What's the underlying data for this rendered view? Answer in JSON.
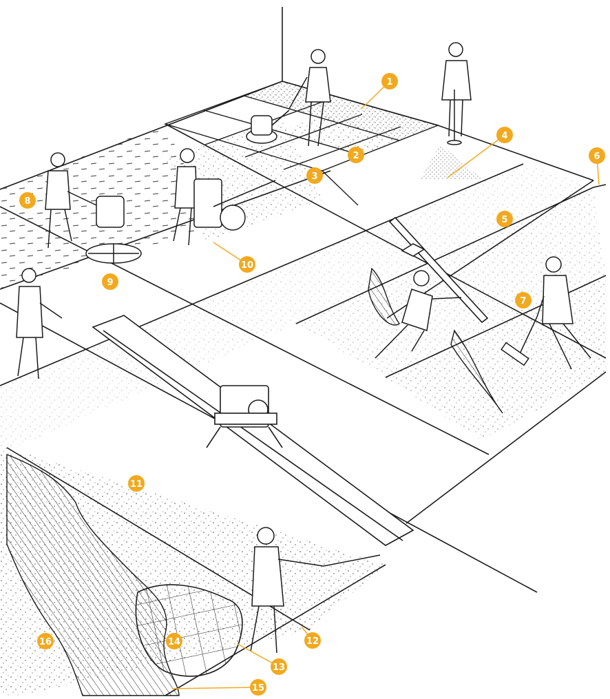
{
  "colors": {
    "callout": "#F2A91F",
    "line": "#1a1a1a",
    "paper": "#ffffff"
  },
  "callouts": [
    {
      "label": "1"
    },
    {
      "label": "2"
    },
    {
      "label": "3"
    },
    {
      "label": "4"
    },
    {
      "label": "5"
    },
    {
      "label": "6"
    },
    {
      "label": "7"
    },
    {
      "label": "8"
    },
    {
      "label": "9"
    },
    {
      "label": "10"
    },
    {
      "label": "11"
    },
    {
      "label": "12"
    },
    {
      "label": "13"
    },
    {
      "label": "14"
    },
    {
      "label": "15"
    },
    {
      "label": "16"
    }
  ]
}
